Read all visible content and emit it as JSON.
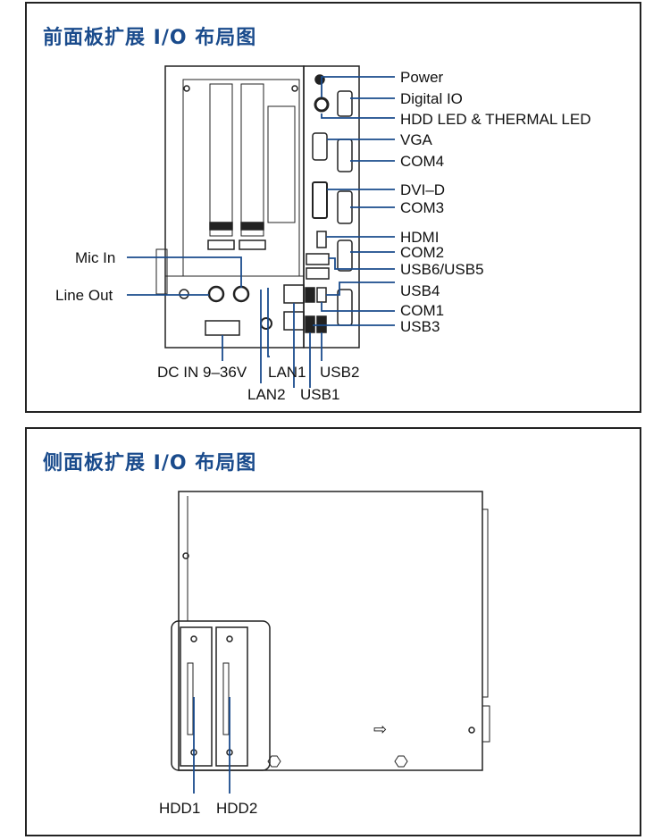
{
  "front_panel": {
    "title": "前面板扩展 I/O 布局图",
    "labels": {
      "power": "Power",
      "digital_io": "Digital IO",
      "hdd_led": "HDD LED & THERMAL LED",
      "vga": "VGA",
      "com4": "COM4",
      "dvi_d": "DVI–D",
      "com3": "COM3",
      "hdmi": "HDMI",
      "com2": "COM2",
      "usb6_usb5": "USB6/USB5",
      "usb4": "USB4",
      "com1": "COM1",
      "usb3": "USB3",
      "mic_in": "Mic In",
      "line_out": "Line Out",
      "dc_in": "DC IN 9–36V",
      "lan1": "LAN1",
      "usb2": "USB2",
      "lan2": "LAN2",
      "usb1": "USB1"
    }
  },
  "side_panel": {
    "title": "侧面板扩展 I/O 布局图",
    "labels": {
      "hdd1": "HDD1",
      "hdd2": "HDD2"
    }
  },
  "colors": {
    "title": "#1a4b8c",
    "line": "#1a4b8c",
    "border": "#222222"
  }
}
